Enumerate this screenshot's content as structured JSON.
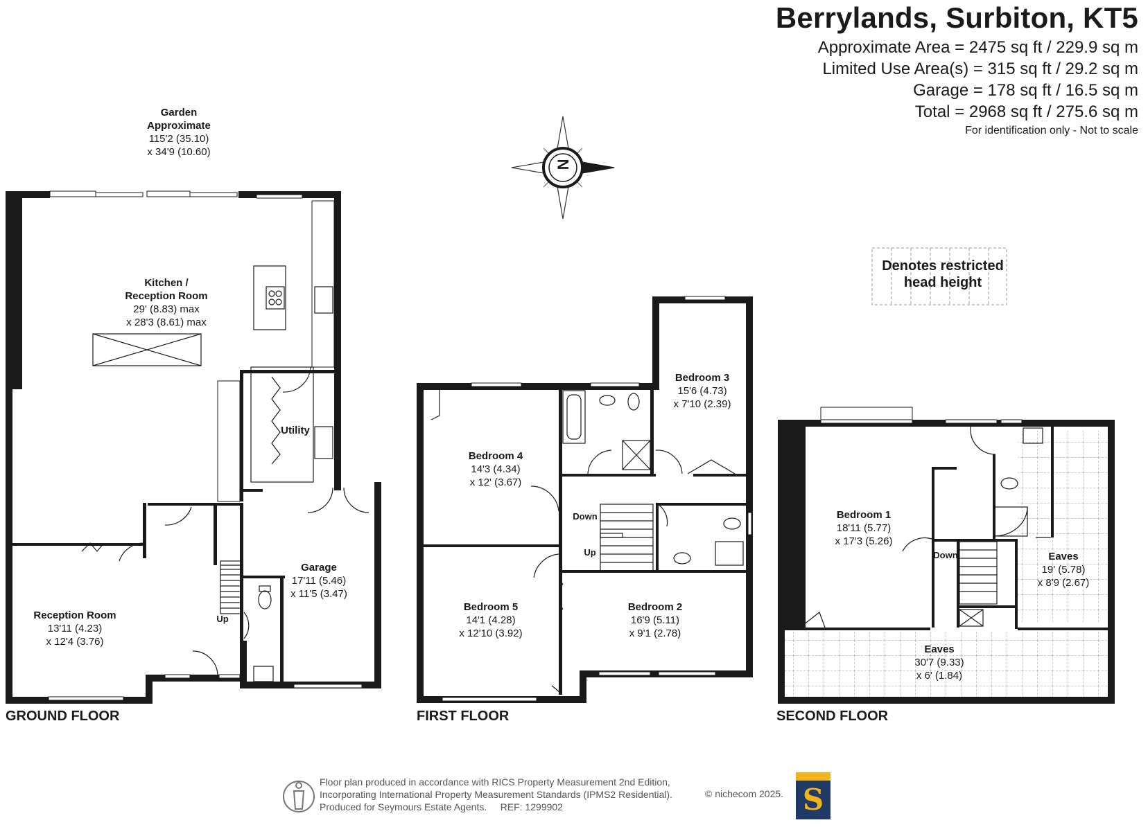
{
  "header": {
    "title": "Berrylands, Surbiton, KT5",
    "areas": [
      "Approximate Area = 2475 sq ft / 229.9 sq m",
      "Limited Use Area(s) = 315 sq ft / 29.2 sq m",
      "Garage = 178 sq ft / 16.5 sq m",
      "Total = 2968 sq ft / 275.6 sq m"
    ],
    "identification": "For identification only - Not to scale"
  },
  "legend": {
    "restricted_line1": "Denotes restricted",
    "restricted_line2": "head height"
  },
  "compass": {
    "letter": "N"
  },
  "garden": {
    "name": "Garden",
    "line2": "Approximate",
    "dim1": "115'2 (35.10)",
    "dim2": "x 34'9 (10.60)"
  },
  "floors": {
    "ground": {
      "label": "GROUND FLOOR",
      "kitchen": {
        "name1": "Kitchen /",
        "name2": "Reception Room",
        "dim1": "29' (8.83) max",
        "dim2": "x 28'3 (8.61) max"
      },
      "utility": {
        "name": "Utility"
      },
      "garage": {
        "name": "Garage",
        "dim1": "17'11 (5.46)",
        "dim2": "x 11'5 (3.47)"
      },
      "reception": {
        "name": "Reception Room",
        "dim1": "13'11 (4.23)",
        "dim2": "x 12'4 (3.76)"
      },
      "stairs": "Up"
    },
    "first": {
      "label": "FIRST FLOOR",
      "bedroom3": {
        "name": "Bedroom 3",
        "dim1": "15'6 (4.73)",
        "dim2": "x 7'10 (2.39)"
      },
      "bedroom4": {
        "name": "Bedroom 4",
        "dim1": "14'3 (4.34)",
        "dim2": "x 12' (3.67)"
      },
      "bedroom5": {
        "name": "Bedroom 5",
        "dim1": "14'1 (4.28)",
        "dim2": "x 12'10 (3.92)"
      },
      "bedroom2": {
        "name": "Bedroom 2",
        "dim1": "16'9 (5.11)",
        "dim2": "x 9'1 (2.78)"
      },
      "stairs_down": "Down",
      "stairs_up": "Up"
    },
    "second": {
      "label": "SECOND FLOOR",
      "bedroom1": {
        "name": "Bedroom 1",
        "dim1": "18'11 (5.77)",
        "dim2": "x 17'3 (5.26)"
      },
      "eaves_right": {
        "name": "Eaves",
        "dim1": "19' (5.78)",
        "dim2": "x 8'9 (2.67)"
      },
      "eaves_bottom": {
        "name": "Eaves",
        "dim1": "30'7 (9.33)",
        "dim2": "x 6' (1.84)"
      },
      "stairs_down": "Down"
    }
  },
  "footer": {
    "line1": "Floor plan produced in accordance with RICS Property Measurement 2nd Edition,",
    "line2": "Incorporating International Property Measurement Standards (IPMS2 Residential).",
    "line3": "Produced for Seymours Estate Agents.     REF: 1299902",
    "copyright": "© nichecom 2025.",
    "logo_letter": "S"
  },
  "colors": {
    "wall": "#1a1a1a",
    "logo_navy": "#1f3a64",
    "logo_gold": "#f5b31a"
  }
}
